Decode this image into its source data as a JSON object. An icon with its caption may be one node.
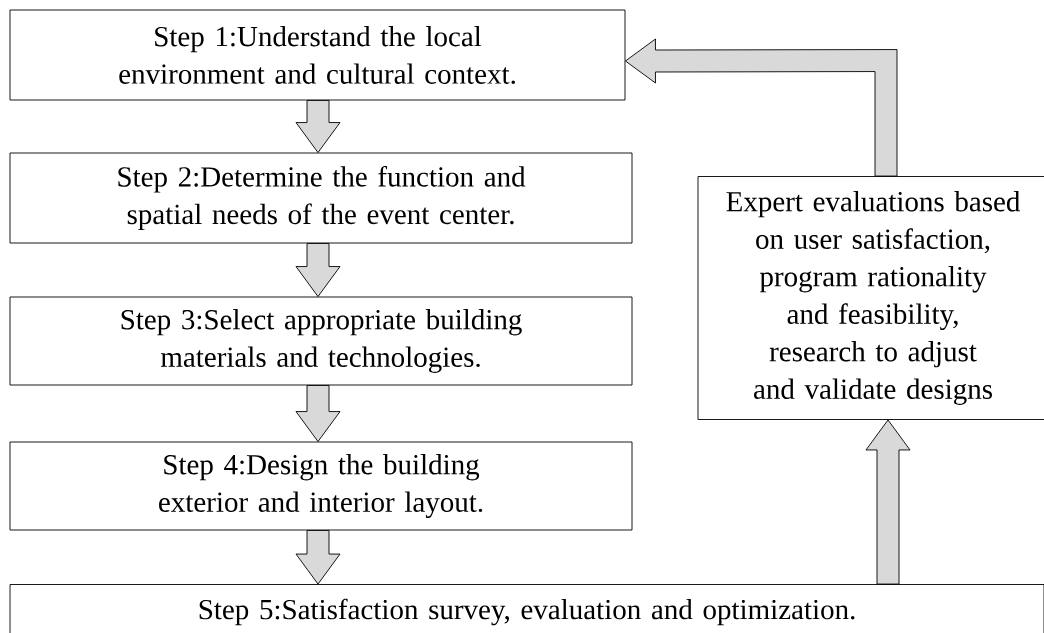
{
  "diagram": {
    "nodes": [
      {
        "text": [
          "Step 1:Understand the local environment and cultural context."
        ]
      },
      {
        "text": [
          "Step 2:Determine the function and spatial needs of the event center."
        ]
      },
      {
        "text": [
          "Step 3:Select appropriate building materials and technologies."
        ]
      },
      {
        "text": [
          "Step 4:Design the building exterior and interior layout."
        ]
      },
      {
        "text": [
          "Step 5:Satisfaction survey, evaluation and optimization."
        ]
      },
      {
        "text": [
          "Expert evaluations based on user satisfaction, program rationality and feasibility, research to adjust and validate designs"
        ]
      }
    ],
    "edges": [
      {
        "from": 0,
        "to": 1,
        "arrow": "to"
      },
      {
        "from": 1,
        "to": 2,
        "arrow": "to"
      },
      {
        "from": 2,
        "to": 3,
        "arrow": "to"
      },
      {
        "from": 3,
        "to": 4,
        "arrow": "to"
      },
      {
        "from": 4,
        "to": 5,
        "arrow": "to"
      },
      {
        "from": 5,
        "to": 0,
        "arrow": "to"
      }
    ]
  }
}
